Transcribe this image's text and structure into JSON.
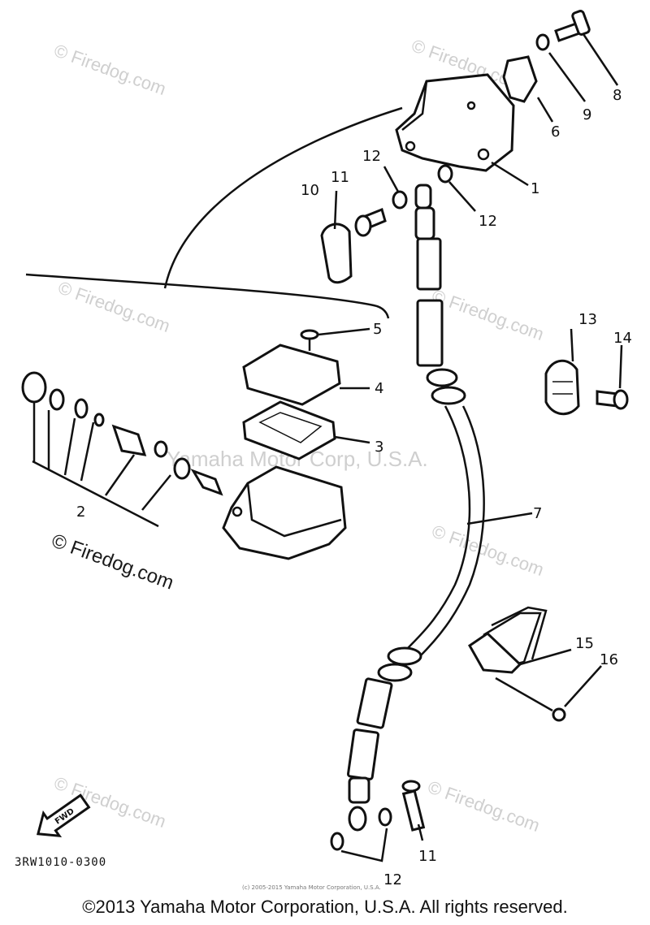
{
  "diagram": {
    "code": "3RW1010-0300",
    "fwd_label": "FWD",
    "callouts": [
      "1",
      "2",
      "3",
      "4",
      "5",
      "6",
      "7",
      "8",
      "9",
      "10",
      "11",
      "12",
      "13",
      "14",
      "15",
      "16"
    ],
    "callout_extra": {
      "11_bottom": "11",
      "12_bottom": "12",
      "12_top_a": "12",
      "12_top_b": "12"
    }
  },
  "watermarks": {
    "firedog": "© Firedog.com",
    "center": "Yamaha Motor Corp, U.S.A.",
    "small_copyright": "(c) 2005-2015 Yamaha Motor Corporation, U.S.A."
  },
  "footer": {
    "copyright": "©2013 Yamaha Motor Corporation, U.S.A. All rights reserved."
  },
  "colors": {
    "ink": "#111111",
    "watermark": "#cfcfcf",
    "background": "#ffffff"
  }
}
